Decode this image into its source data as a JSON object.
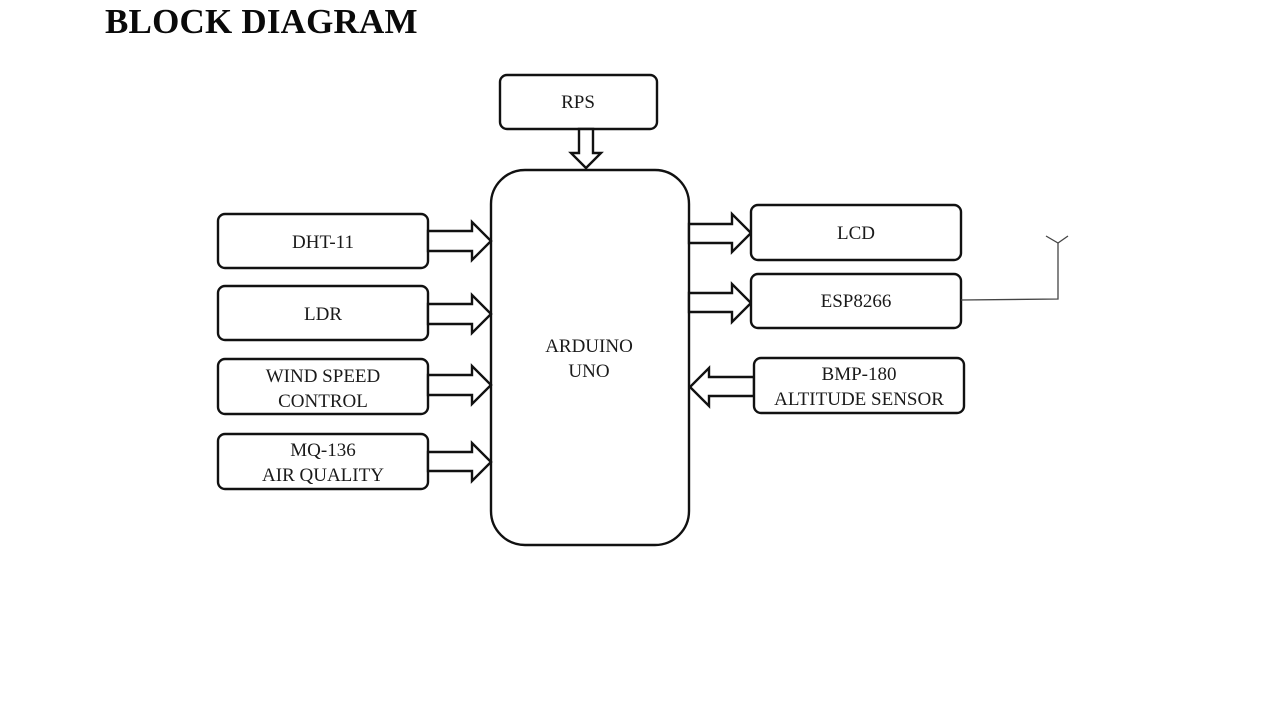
{
  "title": "BLOCK DIAGRAM",
  "blocks": {
    "rps": {
      "lines": [
        "RPS"
      ]
    },
    "controller": {
      "lines": [
        "ARDUINO",
        "UNO"
      ]
    },
    "dht11": {
      "lines": [
        "DHT-11"
      ]
    },
    "ldr": {
      "lines": [
        "LDR"
      ]
    },
    "wind": {
      "lines": [
        "WIND SPEED",
        "CONTROL"
      ]
    },
    "mq136": {
      "lines": [
        "MQ-136",
        "AIR QUALITY"
      ]
    },
    "lcd": {
      "lines": [
        "LCD"
      ]
    },
    "esp": {
      "lines": [
        "ESP8266"
      ]
    },
    "bmp": {
      "lines": [
        "BMP-180",
        "ALTITUDE SENSOR"
      ]
    }
  },
  "connections": [
    {
      "from": "RPS",
      "to": "ARDUINO UNO"
    },
    {
      "from": "DHT-11",
      "to": "ARDUINO UNO"
    },
    {
      "from": "LDR",
      "to": "ARDUINO UNO"
    },
    {
      "from": "WIND SPEED CONTROL",
      "to": "ARDUINO UNO"
    },
    {
      "from": "MQ-136 AIR QUALITY",
      "to": "ARDUINO UNO"
    },
    {
      "from": "ARDUINO UNO",
      "to": "LCD"
    },
    {
      "from": "ARDUINO UNO",
      "to": "ESP8266"
    },
    {
      "from": "BMP-180 ALTITUDE SENSOR",
      "to": "ARDUINO UNO"
    },
    {
      "from": "ESP8266",
      "to": "antenna"
    }
  ]
}
